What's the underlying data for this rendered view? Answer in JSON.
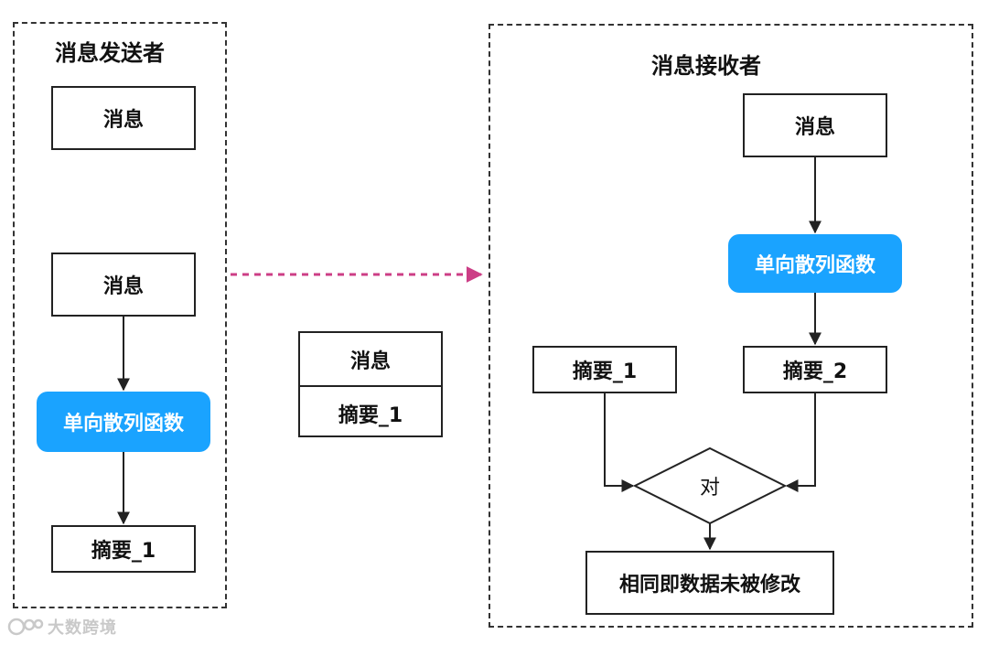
{
  "sender": {
    "title": "消息发送者",
    "message_label": "消息",
    "message_label_2": "消息",
    "hash_label": "单向散列函数",
    "digest_label": "摘要_1"
  },
  "transfer": {
    "message_label": "消息",
    "digest_label": "摘要_1"
  },
  "receiver": {
    "title": "消息接收者",
    "message_label": "消息",
    "hash_label": "单向散列函数",
    "digest_received_label": "摘要_1",
    "digest_computed_label": "摘要_2",
    "compare_label": "对",
    "result_label": "相同即数据未被修改"
  },
  "watermark": {
    "text": "大数跨境"
  },
  "colors": {
    "hash_fill": "#1aa3ff",
    "transfer_arrow": "#cc3e86",
    "line": "#222222"
  }
}
